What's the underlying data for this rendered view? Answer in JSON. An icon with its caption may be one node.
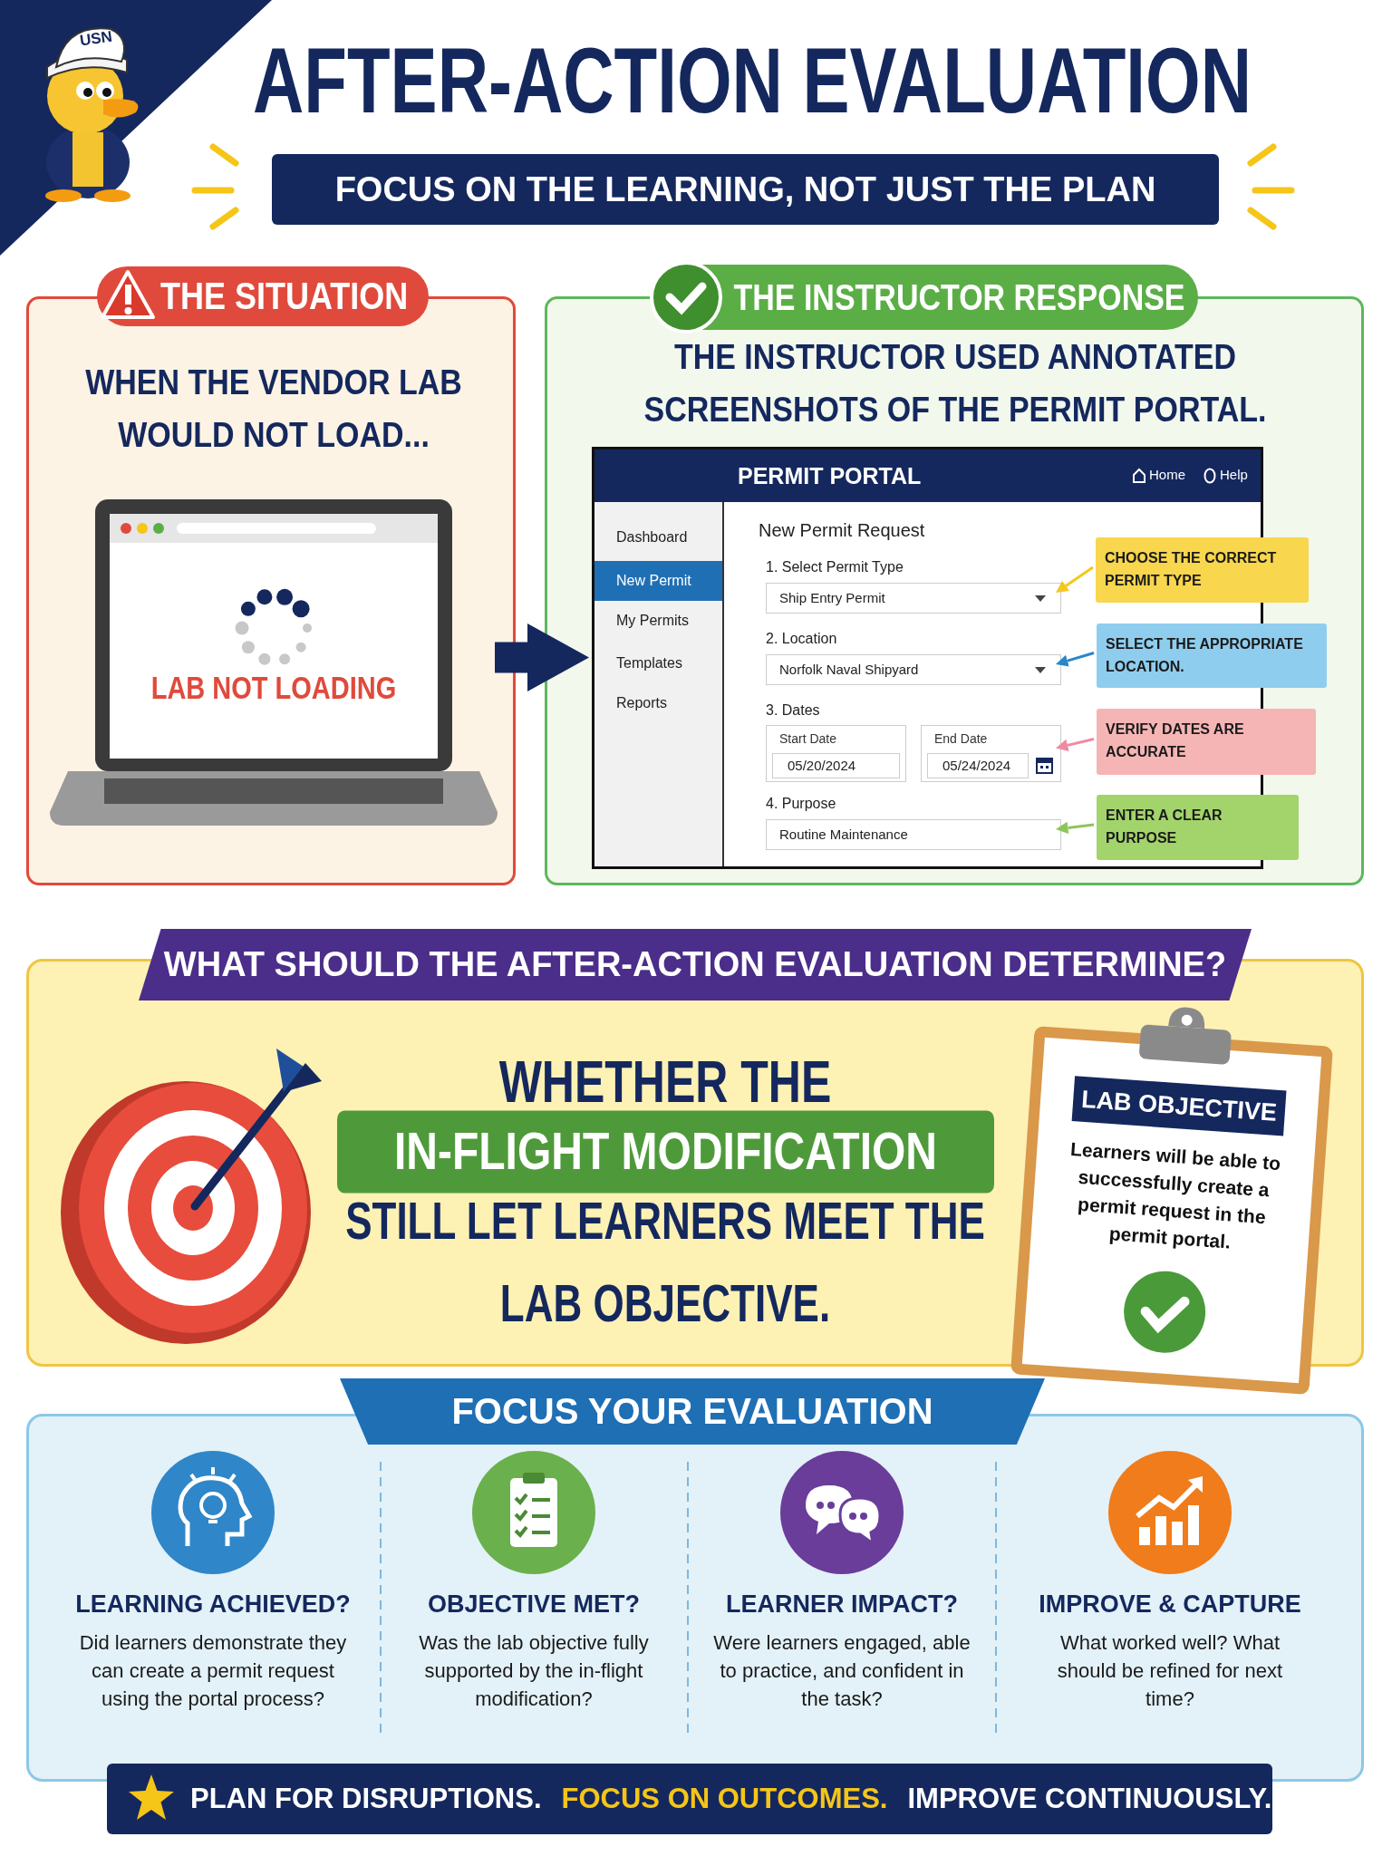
{
  "diagram": {
    "title": "AFTER-ACTION EVALUATION",
    "nodes": [
      {
        "text": [
          "THE SITUATION",
          "WHEN THE VENDOR LAB WOULD NOT LOAD..."
        ]
      },
      {
        "text": [
          "LAB NOT LOADING"
        ],
        "in": 0
      },
      {
        "text": [
          "THE INSTRUCTOR RESPONSE",
          "THE INSTRUCTOR USED ANNOTATED SCREENSHOTS OF THE PERMIT PORTAL."
        ]
      },
      {
        "text": [
          "PERMIT PORTAL",
          "Home",
          "Help",
          "Dashboard",
          "New Permit",
          "My Permits",
          "Templates",
          "Reports",
          "New Permit Request",
          "1. Select Permit Type",
          "2. Location",
          "3. Dates",
          "4. Purpose"
        ],
        "in": 2
      },
      {
        "text": [
          "Ship Entry Permit"
        ],
        "in": 3
      },
      {
        "text": [
          "Norfolk Naval Shipyard"
        ],
        "in": 3
      },
      {
        "text": [
          "Start Date",
          "05/20/2024"
        ],
        "in": 3
      },
      {
        "text": [
          "End Date",
          "05/24/2024"
        ],
        "in": 3
      },
      {
        "text": [
          "Routine Maintenance"
        ],
        "in": 3
      },
      {
        "text": [
          "CHOOSE THE CORRECT PERMIT TYPE"
        ],
        "in": 2
      },
      {
        "text": [
          "SELECT THE APPROPRIATE LOCATION."
        ],
        "in": 2
      },
      {
        "text": [
          "VERIFY DATES ARE ACCURATE"
        ],
        "in": 2
      },
      {
        "text": [
          "ENTER A CLEAR PURPOSE"
        ],
        "in": 2
      },
      {
        "text": [
          "WHAT SHOULD THE AFTER-ACTION EVALUATION DETERMINE?",
          "WHETHER THE",
          "IN-FLIGHT MODIFICATION",
          "STILL LET LEARNERS MEET THE LAB OBJECTIVE."
        ]
      },
      {
        "text": [],
        "shape": "picture",
        "in": 13
      },
      {
        "text": [
          "LAB OBJECTIVE",
          "Learners will be able to successfully create a permit request in the permit portal."
        ],
        "in": 13
      },
      {
        "text": [
          "FOCUS YOUR EVALUATION"
        ]
      },
      {
        "text": [
          "LEARNING ACHIEVED?",
          "Did learners demonstrate they can create a permit request using the portal process?"
        ],
        "in": 16
      },
      {
        "text": [
          "OBJECTIVE MET?",
          "Was the lab objective fully supported by the in-flight modification?"
        ],
        "in": 16
      },
      {
        "text": [
          "LEARNER IMPACT?",
          "Were learners engaged, able to practice, and confident in the task?"
        ],
        "in": 16
      },
      {
        "text": [
          "IMPROVE & CAPTURE",
          "What worked well? What should be refined for next time?"
        ],
        "in": 16
      }
    ],
    "edges": [
      {
        "from": 1,
        "to": 3,
        "arrow": "to",
        "style": "thick"
      },
      {
        "from": 9,
        "to": 4,
        "arrow": "to",
        "color": "#f2c81e"
      },
      {
        "from": 10,
        "to": 5,
        "arrow": "to",
        "color": "#2a86c8"
      },
      {
        "from": 11,
        "to": 7,
        "arrow": "to",
        "color": "#f08aa0"
      },
      {
        "from": 12,
        "to": 8,
        "arrow": "to",
        "color": "#8cc65a"
      }
    ],
    "labels": [
      "USN",
      "FOCUS ON THE LEARNING, NOT JUST THE PLAN",
      "PLAN FOR DISRUPTIONS.",
      "FOCUS ON OUTCOMES.",
      "IMPROVE CONTINUOUSLY."
    ]
  }
}
